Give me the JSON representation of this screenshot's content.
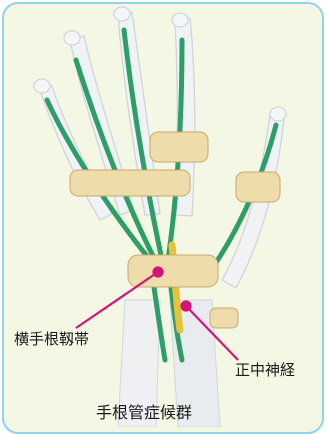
{
  "labels": {
    "ligament": "横手根靱帯",
    "nerve": "正中神経",
    "caption": "手根管症候群"
  },
  "colors": {
    "panel_bg": "#f3f7e3",
    "panel_border": "#8fd3ee",
    "bone": "#eef0f2",
    "bone_shade": "#cfd6de",
    "ligament_band": "#eedcaa",
    "tendon": "#2e9e68",
    "nerve": "#e6c23a",
    "pointer": "#d6137a"
  },
  "icons": [
    "hand-skeleton-model"
  ]
}
